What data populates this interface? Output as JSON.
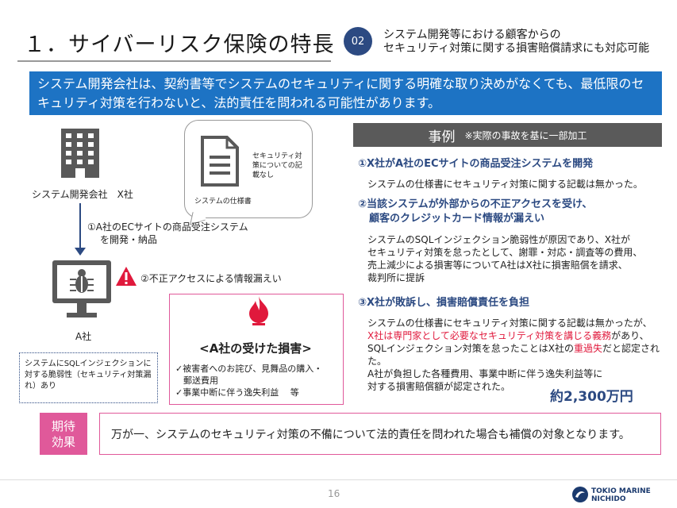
{
  "header": {
    "title": "１．サイバーリスク保険の特長",
    "badge_number": "02",
    "badge_text_line1": "システム開発等における顧客からの",
    "badge_text_line2": "セキュリティ対策に関する損害賠償請求にも対応可能"
  },
  "banner": {
    "text": "システム開発会社は、契約書等でシステムのセキュリティに関する明確な取り決めがなくても、最低限のセキュリティ対策を行わないと、法的責任を問われる可能性があります。"
  },
  "diagram": {
    "company_label": "システム開発会社　X社",
    "bubble_note": "セキュリティ対策についての記載なし",
    "bubble_caption": "システムの仕様書",
    "flow_step1_line1": "①A社のECサイトの商品受注システム",
    "flow_step1_line2": "を開発・納品",
    "flow_step2": "②不正アクセスによる情報漏えい",
    "client_label": "A社",
    "vulnerability_note": "システムにSQLインジェクションに対する脆弱性（セキュリティ対策漏れ）あり",
    "loss_title": "<A社の受けた損害>",
    "loss_item1_line1": "✓被害者へのお詫び、見舞品の購入・",
    "loss_item1_line2": "郵送費用",
    "loss_item2": "✓事業中断に伴う逸失利益　 等"
  },
  "case": {
    "heading": "事例",
    "heading_note": "※実際の事故を基に一部加工",
    "item1_title": "①X社がA社のECサイトの商品受注システムを開発",
    "item1_body": "システムの仕様書にセキュリティ対策に関する記載は無かった。",
    "item2_title_line1": "②当該システムが外部からの不正アクセスを受け、",
    "item2_title_line2": "顧客のクレジットカード情報が漏えい",
    "item2_body_line1": "システムのSQLインジェクション脆弱性が原因であり、X社が",
    "item2_body_line2": "セキュリティ対策を怠ったとして、謝罪・対応・調査等の費用、",
    "item2_body_line3": "売上減少による損害等についてA社はX社に損害賠償を請求、",
    "item2_body_line4": "裁判所に提訴",
    "item3_title": "③X社が敗訴し、損害賠償責任を負担",
    "item3_body_line1": "システムの仕様書にセキュリティ対策に関する記載は無かったが、",
    "item3_body_line2_red": "X社は専門家として必要なセキュリティ対策を講じる義務",
    "item3_body_line2_rest": "があり、",
    "item3_body_line3_pre": "SQLインジェクション対策を怠ったことはX社の",
    "item3_body_line3_red": "重過失",
    "item3_body_line3_post": "だと認定された。",
    "item3_body_line4": "A社が負担した各種費用、事業中断に伴う逸失利益等に",
    "item3_body_line5": "対する損害賠償額が認定された。",
    "amount": "約2,300万円"
  },
  "effect": {
    "label_line1": "期待",
    "label_line2": "効果",
    "text": "万が一、システムのセキュリティ対策の不備について法的責任を問われた場合も補償の対象となります。"
  },
  "footer": {
    "page_number": "16",
    "logo_line1": "TOKIO MARINE",
    "logo_line2": "NICHIDO"
  },
  "colors": {
    "accent_blue": "#1d73c4",
    "navy": "#2c4a82",
    "pink": "#e0599a",
    "red": "#e0193c"
  }
}
